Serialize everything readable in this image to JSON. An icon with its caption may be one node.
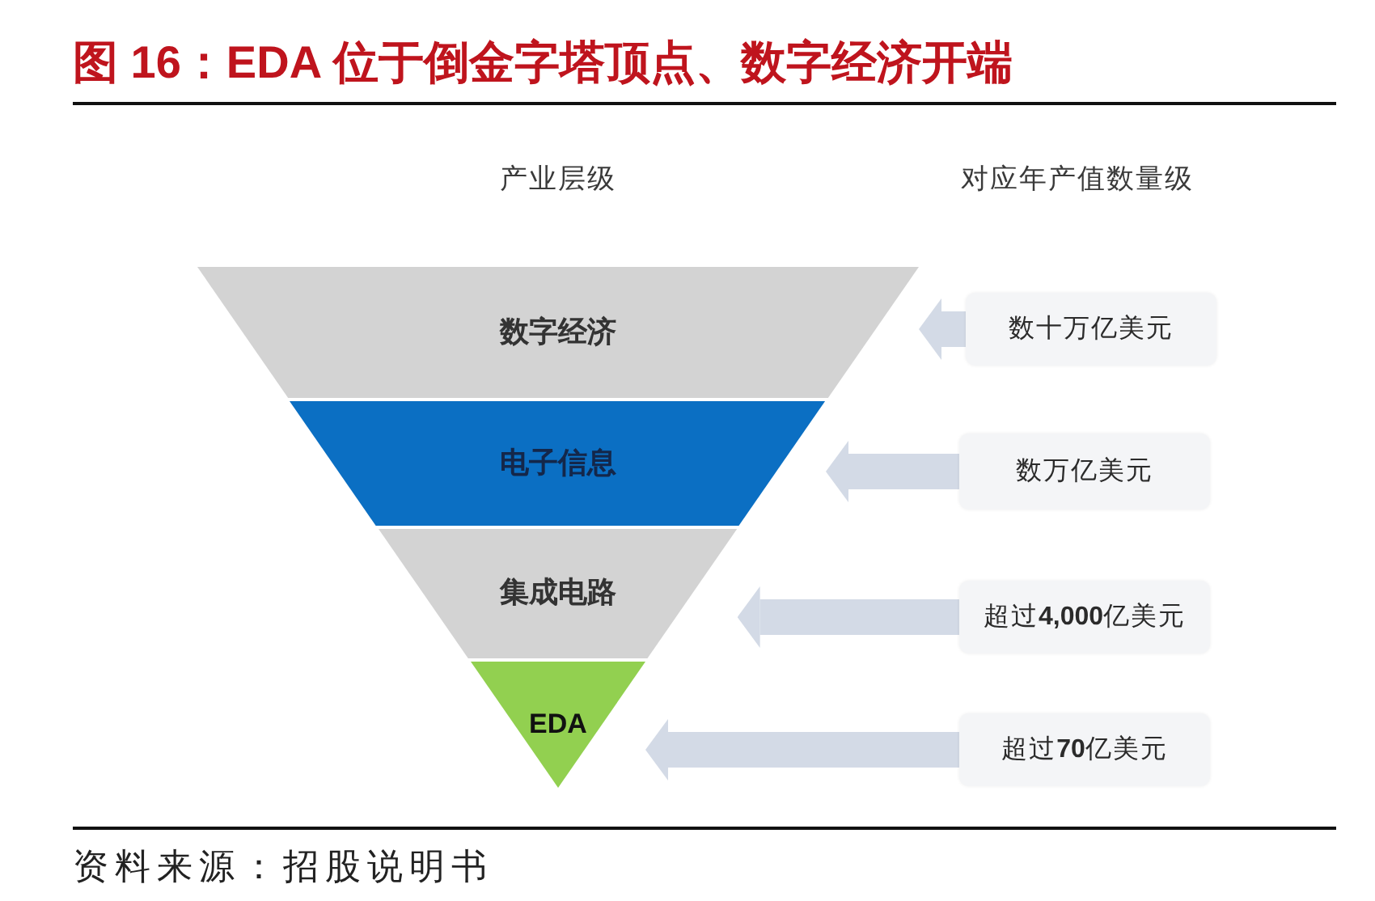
{
  "diagram": {
    "title": "图 16：EDA 位于倒金字塔顶点、数字经济开端",
    "caption": "资料来源：招股说明书",
    "nodes": [
      {
        "text": [
          "数字经济"
        ]
      },
      {
        "text": [
          "电子信息"
        ]
      },
      {
        "text": [
          "集成电路"
        ]
      },
      {
        "text": [
          "EDA"
        ]
      },
      {
        "text": [
          "数十万亿美元"
        ]
      },
      {
        "text": [
          "数万亿美元"
        ]
      },
      {
        "text": [
          "超过**4,000**亿美元"
        ]
      },
      {
        "text": [
          "超过**70**亿美元"
        ]
      }
    ],
    "edges": [
      {
        "from": 4,
        "to": 0,
        "arrow": "to"
      },
      {
        "from": 5,
        "to": 1,
        "arrow": "to"
      },
      {
        "from": 6,
        "to": 2,
        "arrow": "to"
      },
      {
        "from": 7,
        "to": 3,
        "arrow": "to"
      }
    ],
    "labels": [
      "产业层级",
      "对应年产值数量级"
    ]
  }
}
